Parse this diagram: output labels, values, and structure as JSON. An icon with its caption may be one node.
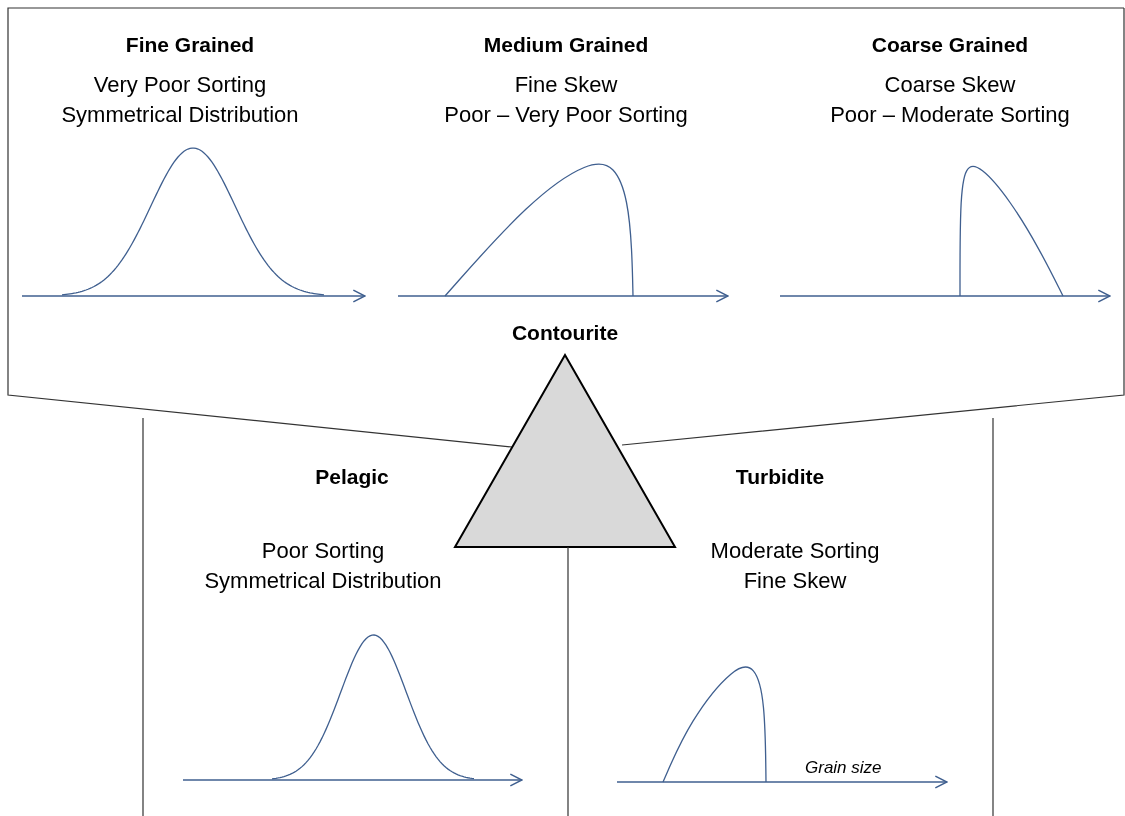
{
  "diagram": {
    "nodes": [
      {
        "text": [
          "Fine Grained",
          "Very Poor Sorting",
          "Symmetrical Distribution",
          "Medium Grained",
          "Fine Skew",
          "Poor – Very Poor Sorting",
          "Coarse Grained",
          "Coarse Skew",
          "Poor – Moderate Sorting"
        ]
      },
      {
        "text": [
          "Contourite"
        ]
      },
      {
        "text": [
          "Pelagic",
          "Poor Sorting",
          "Symmetrical Distribution"
        ]
      },
      {
        "text": [
          "Turbidite",
          "Moderate Sorting",
          "Fine Skew"
        ]
      }
    ],
    "labels": [
      "Grain size"
    ]
  }
}
